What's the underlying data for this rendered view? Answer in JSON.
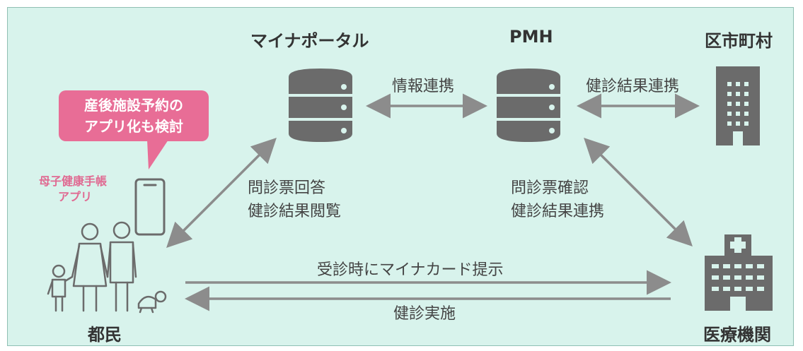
{
  "nodes": {
    "myna_portal": "マイナポータル",
    "pmh": "PMH",
    "municipality": "区市町村",
    "citizens": "都民",
    "medical_institution": "医療機関"
  },
  "edges": {
    "info_link": "情報連携",
    "exam_result_link_top": "健診結果連携",
    "questionnaire_answer": "問診票回答",
    "exam_result_view": "健診結果閲覧",
    "questionnaire_confirm": "問診票確認",
    "exam_result_link_right": "健診結果連携",
    "present_card": "受診時にマイナカード提示",
    "exam_conducted": "健診実施"
  },
  "app": {
    "label_line1": "母子健康手帳",
    "label_line2": "アプリ",
    "callout_line1": "産後施設予約の",
    "callout_line2": "アプリ化も検討"
  },
  "colors": {
    "background": "#d8f3ec",
    "icon": "#6b6b6b",
    "accent_pink": "#e86d96",
    "arrow": "#8c8c8c"
  }
}
